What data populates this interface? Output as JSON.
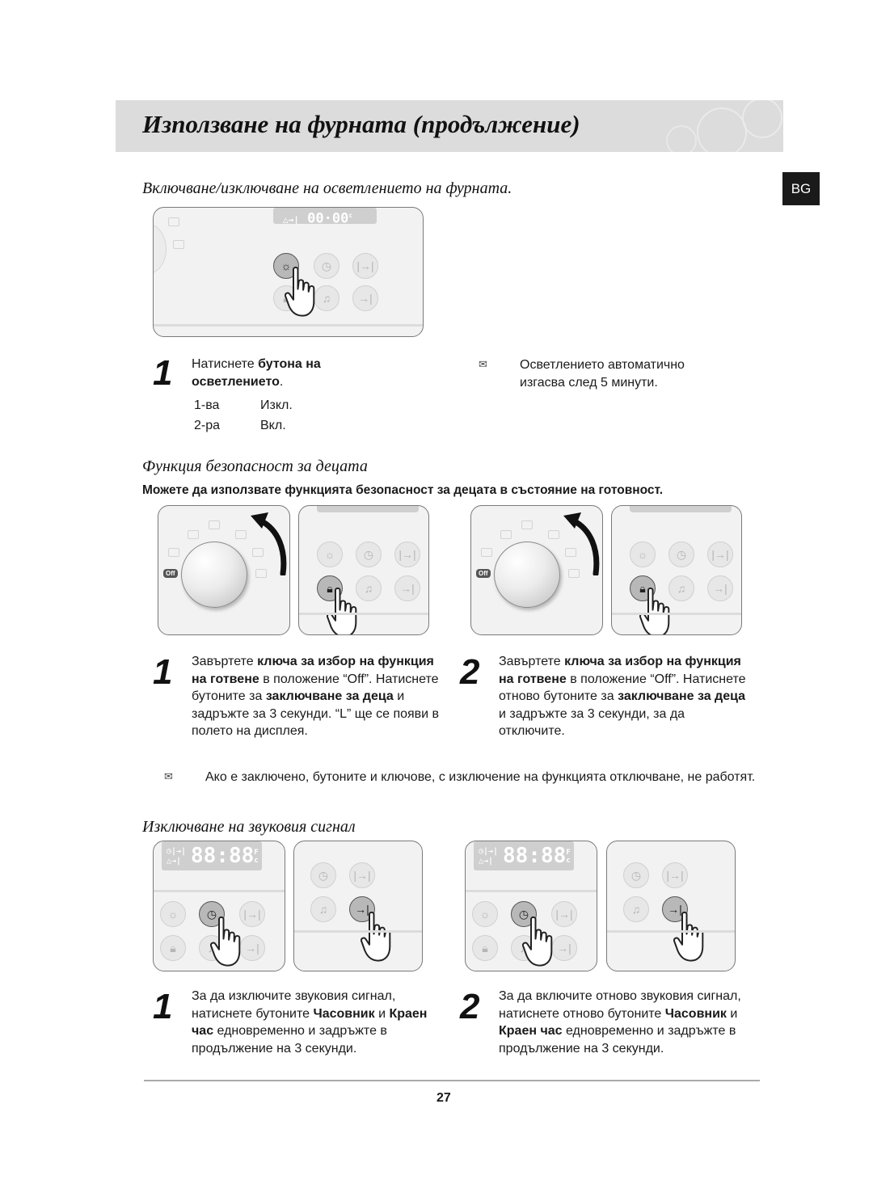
{
  "page": {
    "title": "Използване на фурната (продължение)",
    "language_badge": "BG",
    "page_number": "27"
  },
  "light_section": {
    "title": "Включване/изключване на осветлението на фурната.",
    "step_number": "1",
    "step_text_prefix": "Натиснете ",
    "step_text_bold": "бутона на осветлението",
    "step_text_suffix": ".",
    "table": [
      {
        "press": "1-ва",
        "state": "Изкл."
      },
      {
        "press": "2-ра",
        "state": "Вкл."
      }
    ],
    "note": "Осветлението автоматично изгасва след 5 минути.",
    "display_text": "00·00",
    "display_unit": "c"
  },
  "child_lock_section": {
    "title": "Функция безопасност за децата",
    "subtitle": "Можете да използвате функцията безопасност за децата в състояние на готовност.",
    "off_label": "Off",
    "steps": [
      {
        "number": "1",
        "p1": "Завъртете ",
        "b1": "ключа за избор на функция на готвене",
        "p2": " в положение “Off”. Натиснете бутоните за ",
        "b2": "заключване за деца",
        "p3": " и задръжте за 3 секунди. “L” ще се появи в полето на дисплея."
      },
      {
        "number": "2",
        "p1": "Завъртете ",
        "b1": "ключа за избор на функция на готвене",
        "p2": " в положение “Off”. Натиснете отново бутоните за ",
        "b2": "заключване за деца",
        "p3": " и задръжте за 3 секунди, за да отключите."
      }
    ],
    "note": "Ако е заключено, бутоните и ключове, с изключение на функцията отключване, не работят."
  },
  "sound_section": {
    "title": "Изключване на звуковия сигнал",
    "display_text": "88:88",
    "display_unit_top": "F",
    "display_unit_bottom": "c",
    "steps": [
      {
        "number": "1",
        "p1": "За да изключите звуковия сигнал, натиснете бутоните ",
        "b1": "Часовник",
        "p2": " и ",
        "b2": "Краен час",
        "p3": " едновременно и задръжте в продължение на 3 секунди."
      },
      {
        "number": "2",
        "p1": "За да включите отново звуковия сигнал, натиснете отново бутоните ",
        "b1": "Часовник",
        "p2": " и ",
        "b2": "Краен час",
        "p3": " едновременно и задръжте в продължение на 3 секунди."
      }
    ]
  },
  "icons": {
    "light": "light-bulb-icon",
    "clock": "clock-icon",
    "lock": "lock-icon",
    "bell": "bell-icon",
    "start_time": "start-time-icon",
    "end_time": "end-time-icon",
    "note": "note-icon",
    "hand": "pointing-hand-icon"
  }
}
